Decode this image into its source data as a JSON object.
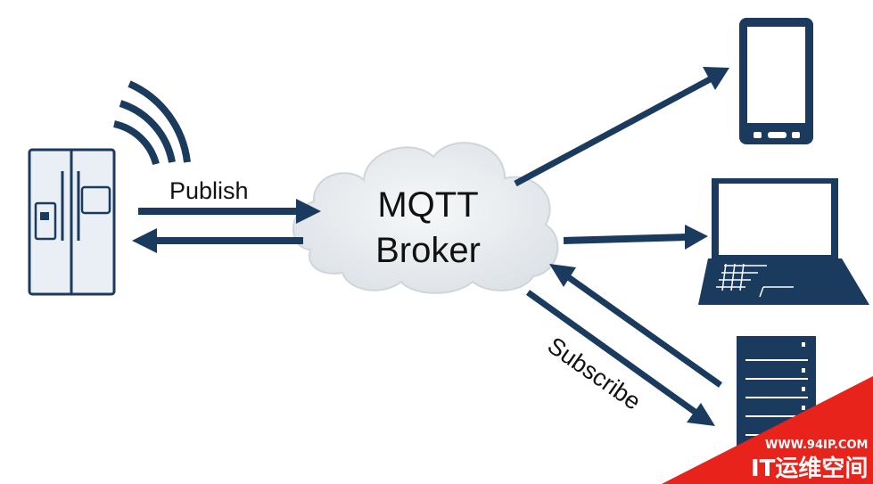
{
  "broker": {
    "line1": "MQTT",
    "line2": "Broker"
  },
  "edges": {
    "publish": "Publish",
    "subscribe": "Subscribe"
  },
  "watermark": {
    "url": "WWW.94IP.COM",
    "brand": "IT运维空间"
  },
  "colors": {
    "primary": "#1a3a5e",
    "accent": "#e8231c",
    "cloud_fill": "#e6eaee",
    "cloud_stroke": "#cfd5da"
  },
  "icons": [
    "refrigerator-icon",
    "wifi-signal-icon",
    "cloud-icon",
    "smartphone-icon",
    "laptop-icon",
    "server-icon"
  ]
}
